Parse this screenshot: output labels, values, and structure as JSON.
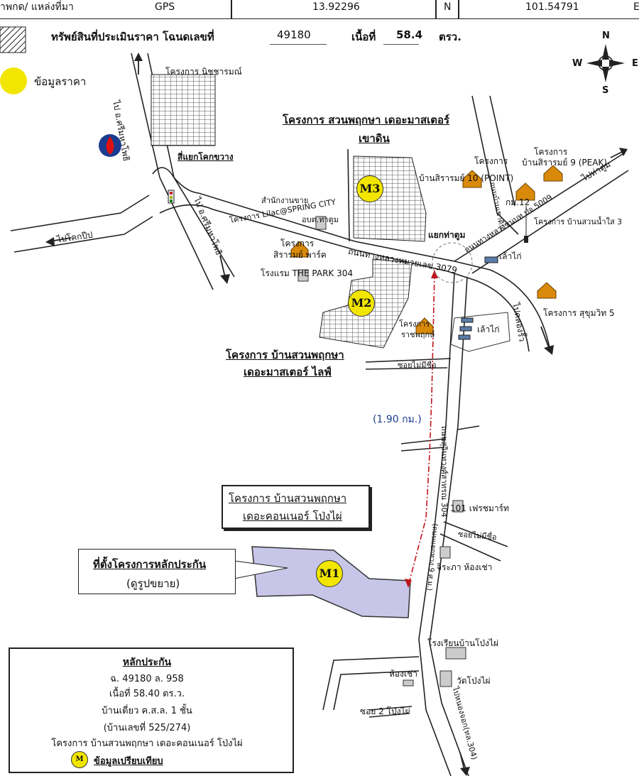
{
  "header": {
    "col1": "าพกด/  แหล่งที่มา",
    "col2": "GPS",
    "col3": "13.92296",
    "col4": "N",
    "col5": "101.54791",
    "col6": "E"
  },
  "asset_row": {
    "label": "ทรัพย์สินที่ประเมินราคา โฉนดเลขที่",
    "deed_no": "49180",
    "area_label": "เนื้อที่",
    "area_value": "58.4",
    "area_unit": "ตรว."
  },
  "price_legend": "ข้อมูลราคา",
  "compass": {
    "n": "N",
    "s": "S",
    "e": "E",
    "w": "W"
  },
  "labels": {
    "nichcharam": "โครงการ นิชชารมณ์",
    "to_si_mahaphot_1": "ไป อ.ศรีมหาโพธิ",
    "to_si_mahaphot_2": "ไป อ.ศรีมหาโพธิ",
    "to_khok_pip": "ไปโคกปีป",
    "khok_khwang": "สี่แยกโคกขวาง",
    "sales_office": "สำนักงานขาย",
    "spring_city": "โครงการ Lilac@SPRING CITY",
    "osot": "อบต.ท่าตูม",
    "suan_title_1": "โครงการ สวนพฤกษา เดอะมาสเตอร์",
    "suan_title_2": "เขาดิน",
    "siram_park_1": "โครงการ",
    "siram_park_2": "สิรารมย์ พาร์ค",
    "the_park": "โรงแรม THE PARK 304",
    "road_3079": "ถนนทางหลวงหมายเลข 3079",
    "tha_tum_junction": "แยกท่าตูม",
    "siram10_1": "โครงการ",
    "siram10_2": "บ้านสิรารมย์ 10 (POINT)",
    "siram9_1": "โครงการ",
    "siram9_2": "บ้านสิรารมย์ 9 (PEAK)",
    "to_tha_tum": "ไปท่าตูม",
    "road_5009": "ถนนทางหลวงชนบท ปจ.5009",
    "mu12": "ถนนบ้านเขาดิน",
    "km12": "กม.12",
    "suan_nam_sai": "โครงการ บ้านสวนน้ำใส 3",
    "chicken1": "เล้าไก่",
    "sukhumvit5": "โครงการ สุขุมวิท 5",
    "to_khlong": "ไปคลองรั้ว",
    "ratchaphruek_1": "โครงการ",
    "ratchaphruek_2": "ราชพฤกษ์",
    "chicken2": "เล้าไก่",
    "life_title_1": "โครงการ บ้านสวนพฤกษา",
    "life_title_2": "เดอะมาสเตอร์ ไลฟ์",
    "soi_mai_1": "ซอยไม่มีชื่อ",
    "distance": "(1.90 กม.)",
    "road_304": "ถนนสุวินทวงศ์สาทรณ 304",
    "road_304b": "(ถนนแยกทาง 9 ศ.ม.)",
    "connor_1": "โครงการ บ้านสวนพฤกษา",
    "connor_2": "เดอะคอนเนอร์ โป่งไผ่",
    "fresh_mart": "101 เฟรชมาร์ท",
    "soi_mai_2": "ซอยไม่มีชื่อ",
    "collateral_loc_1": "ที่ตั้งโครงการหลักประกัน",
    "collateral_loc_2": "(ดูรูปขยาย)",
    "jirapa": "จิระภา ห้องเช่า",
    "school": "โรงเรียนบ้านโป่งไผ่",
    "rent_room": "ห้องเช่า",
    "temple": "วัดโป่งไผ่",
    "soi2": "ซอย 2 โป่งไผ่",
    "to_nong_chok": "ไปหนองจอก(ทล.304)"
  },
  "markers": {
    "m1": "M1",
    "m2": "M2",
    "m3": "M3"
  },
  "legend": {
    "title": "หลักประกัน",
    "line1": "ฉ. 49180 ล. 958",
    "line2": "เนื้อที่ 58.40 ตร.ว.",
    "line3": "บ้านเดี่ยว ค.ส.ล. 1 ชั้น",
    "line4": "(บ้านเลขที่ 525/274)",
    "line5": "โครงการ บ้านสวนพฤกษา เดอะคอนเนอร์ โป่งไผ่",
    "m_icon": "M",
    "m_text": "ข้อมูลเปรียบเทียบ"
  },
  "colors": {
    "marker": "#f2e600",
    "parcel": "#c8c6e8",
    "route": "#c0141c",
    "distance": "#1a3b8f",
    "house": "#d98a0a"
  }
}
